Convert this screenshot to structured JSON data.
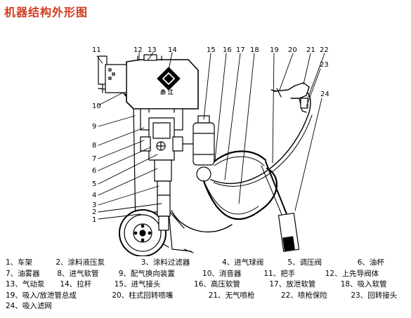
{
  "title": "机器结构外形图",
  "brand_text": "赤 江",
  "callout_numbers": [
    "1",
    "2",
    "3",
    "4",
    "5",
    "6",
    "7",
    "8",
    "9",
    "10",
    "11",
    "12",
    "13",
    "14",
    "15",
    "16",
    "17",
    "18",
    "19",
    "20",
    "21",
    "22",
    "23",
    "24"
  ],
  "legend_rows": [
    [
      "1、车架",
      "2、涂料液压泵",
      "3、涂料过滤器",
      "4、进气球阀",
      "5、调压阀",
      "6、油杯"
    ],
    [
      "7、油雾器",
      "8、进气软管",
      "9、配气换向装置",
      "10、消音器",
      "11、把手",
      "12、上先导阀体"
    ],
    [
      "13、气动泵",
      "14、拉杆",
      "15、进气接头",
      "16、高压软管",
      "17、放泄软管",
      "18、吸入软管"
    ],
    [
      "19、吸入/放泄管总成",
      "20、柱式回转喷嘴",
      "21、无气喷枪",
      "22、喷枪保险",
      "23、回转接头"
    ],
    [
      "24、吸入滤网"
    ]
  ]
}
